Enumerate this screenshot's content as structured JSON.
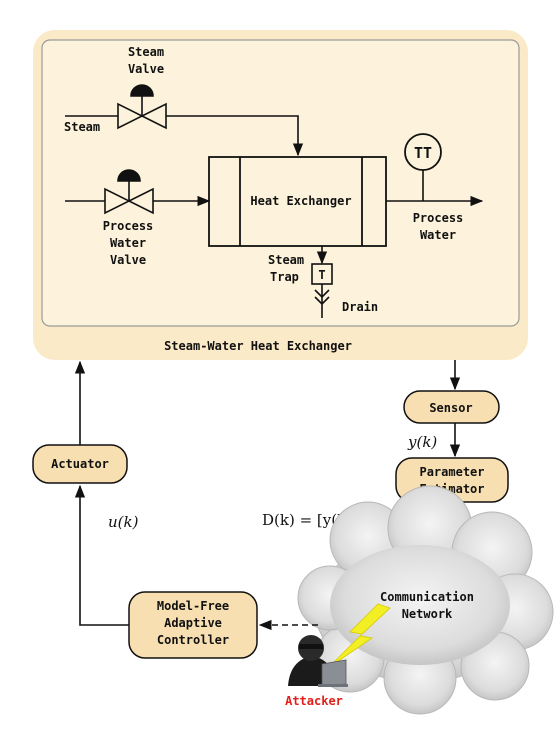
{
  "plant": {
    "title": "Steam-Water Heat Exchanger",
    "steam_valve": [
      "Steam",
      "Valve"
    ],
    "steam": "Steam",
    "process_water_valve": [
      "Process",
      "Water",
      "Valve"
    ],
    "heat_exchanger": "Heat Exchanger",
    "transmitter": "TT",
    "process_water": [
      "Process",
      "Water"
    ],
    "steam_trap": [
      "Steam",
      "Trap"
    ],
    "trap_symbol": "T",
    "drain": "Drain"
  },
  "loop": {
    "sensor": "Sensor",
    "y_signal": "y(k)",
    "parameter_estimator": [
      "Parameter",
      "Estimator"
    ],
    "data_formula": "D(k) = [y(k), φ̂(k)]",
    "network": [
      "Communication",
      "Network"
    ],
    "controller": [
      "Model-Free",
      "Adaptive",
      "Controller"
    ],
    "u_signal": "u(k)",
    "actuator": "Actuator",
    "attacker": "Attacker"
  },
  "colors": {
    "plant_fill": "#fbeac7",
    "inner_fill": "#fdf3dc",
    "block_fill": "#f7dfb1",
    "attacker": "#e0201b",
    "lightning": "#f2ef24"
  }
}
